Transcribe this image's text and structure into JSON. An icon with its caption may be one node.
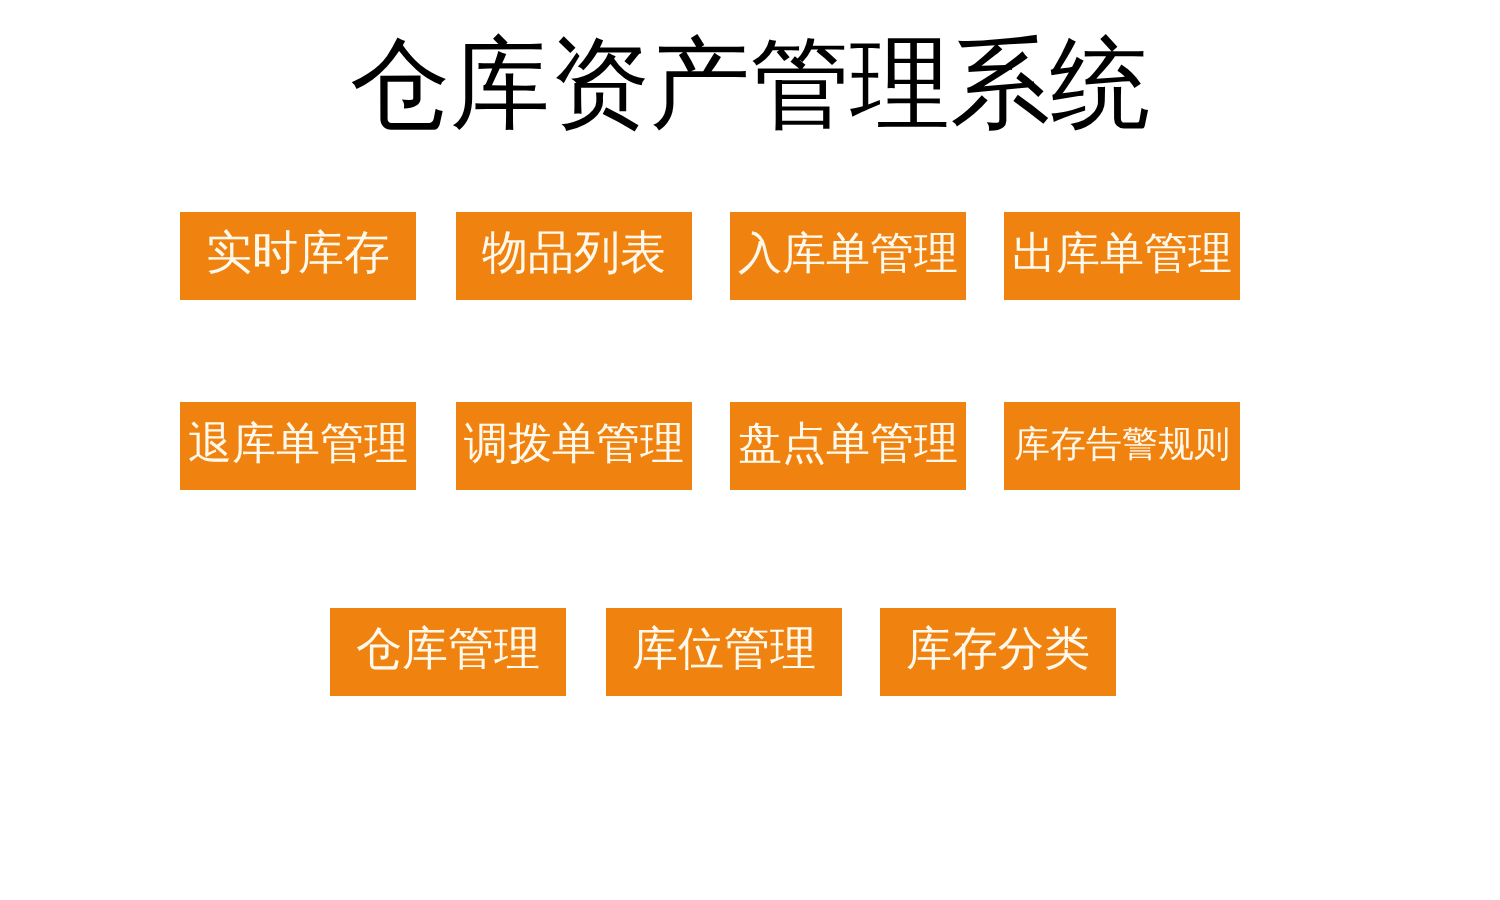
{
  "diagram": {
    "title": "仓库资产管理系统",
    "nodes": [
      {
        "text": [
          "实时库存"
        ]
      },
      {
        "text": [
          "物品列表"
        ]
      },
      {
        "text": [
          "入库单管理"
        ]
      },
      {
        "text": [
          "出库单管理"
        ]
      },
      {
        "text": [
          "退库单管理"
        ]
      },
      {
        "text": [
          "调拨单管理"
        ]
      },
      {
        "text": [
          "盘点单管理"
        ]
      },
      {
        "text": [
          "库存告警规则"
        ]
      },
      {
        "text": [
          "仓库管理"
        ]
      },
      {
        "text": [
          "库位管理"
        ]
      },
      {
        "text": [
          "库存分类"
        ]
      }
    ]
  }
}
